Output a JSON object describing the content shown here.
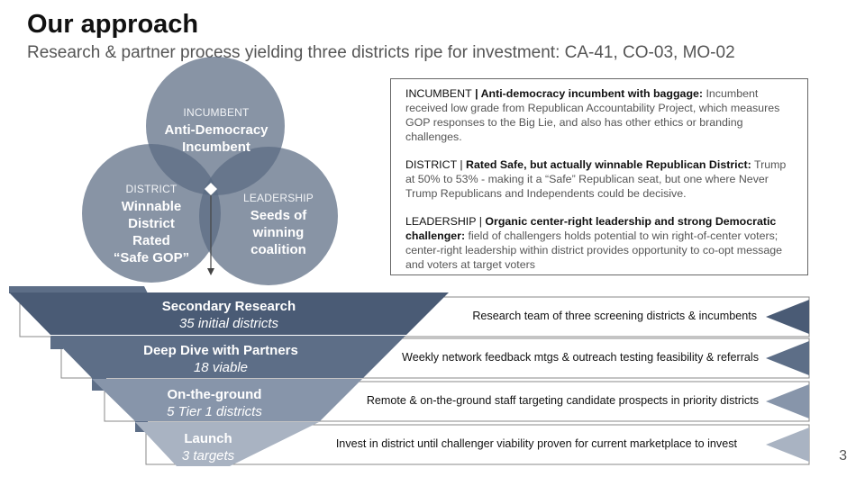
{
  "header": {
    "title": "Our approach",
    "subtitle": "Research & partner process yielding three districts ripe for investment: CA-41, CO-03, MO-02"
  },
  "venn": {
    "incumbent": {
      "caption": "INCUMBENT",
      "line1": "Anti-Democracy",
      "line2": "Incumbent"
    },
    "district": {
      "caption": "DISTRICT",
      "line1": "Winnable",
      "line2": "District",
      "line3": "Rated",
      "line4": "“Safe GOP”"
    },
    "leadership": {
      "caption": "LEADERSHIP",
      "line1": "Seeds of",
      "line2": "winning",
      "line3": "coalition"
    },
    "colors": {
      "circle": "#5a6b82",
      "arrow": "#444444"
    }
  },
  "info": {
    "incumbent": {
      "key": "INCUMBENT",
      "sep": " | ",
      "heading": "Anti-democracy incumbent with baggage:",
      "body": " Incumbent received low grade from Republican Accountability Project, which measures GOP responses to the Big Lie, and also has other ethics or branding challenges."
    },
    "district": {
      "key": "DISTRICT",
      "sep": " | ",
      "heading": "Rated Safe, but actually winnable Republican District:",
      "body": " Trump at 50% to 53% - making it a “Safe” Republican seat, but one where Never Trump Republicans and Independents could be decisive."
    },
    "leadership": {
      "key": "LEADERSHIP",
      "sep": " | ",
      "heading": "Organic center-right leadership and strong Democratic challenger:",
      "body": " field of challengers holds potential to win right-of-center voters; center-right leadership within district provides opportunity to co-opt message and voters at target voters"
    }
  },
  "funnel": {
    "colors": {
      "dark": "#4a5b75",
      "mid": "#5d6e87",
      "light": "#8795aa",
      "lighter": "#a9b3c2",
      "stroke": "#888888"
    },
    "stages": [
      {
        "name": "Secondary Research",
        "sub": "35 initial districts",
        "desc": "Research team of three screening districts & incumbents"
      },
      {
        "name": "Deep Dive with Partners",
        "sub": "18 viable",
        "desc": "Weekly network feedback mtgs & outreach testing feasibility & referrals"
      },
      {
        "name": "On-the-ground",
        "sub": "5 Tier 1 districts",
        "desc": "Remote & on-the-ground staff targeting candidate prospects in priority districts"
      },
      {
        "name": "Launch",
        "sub": "3 targets",
        "desc": "Invest in district until challenger viability proven for current marketplace to invest"
      }
    ]
  },
  "page_number": "3"
}
